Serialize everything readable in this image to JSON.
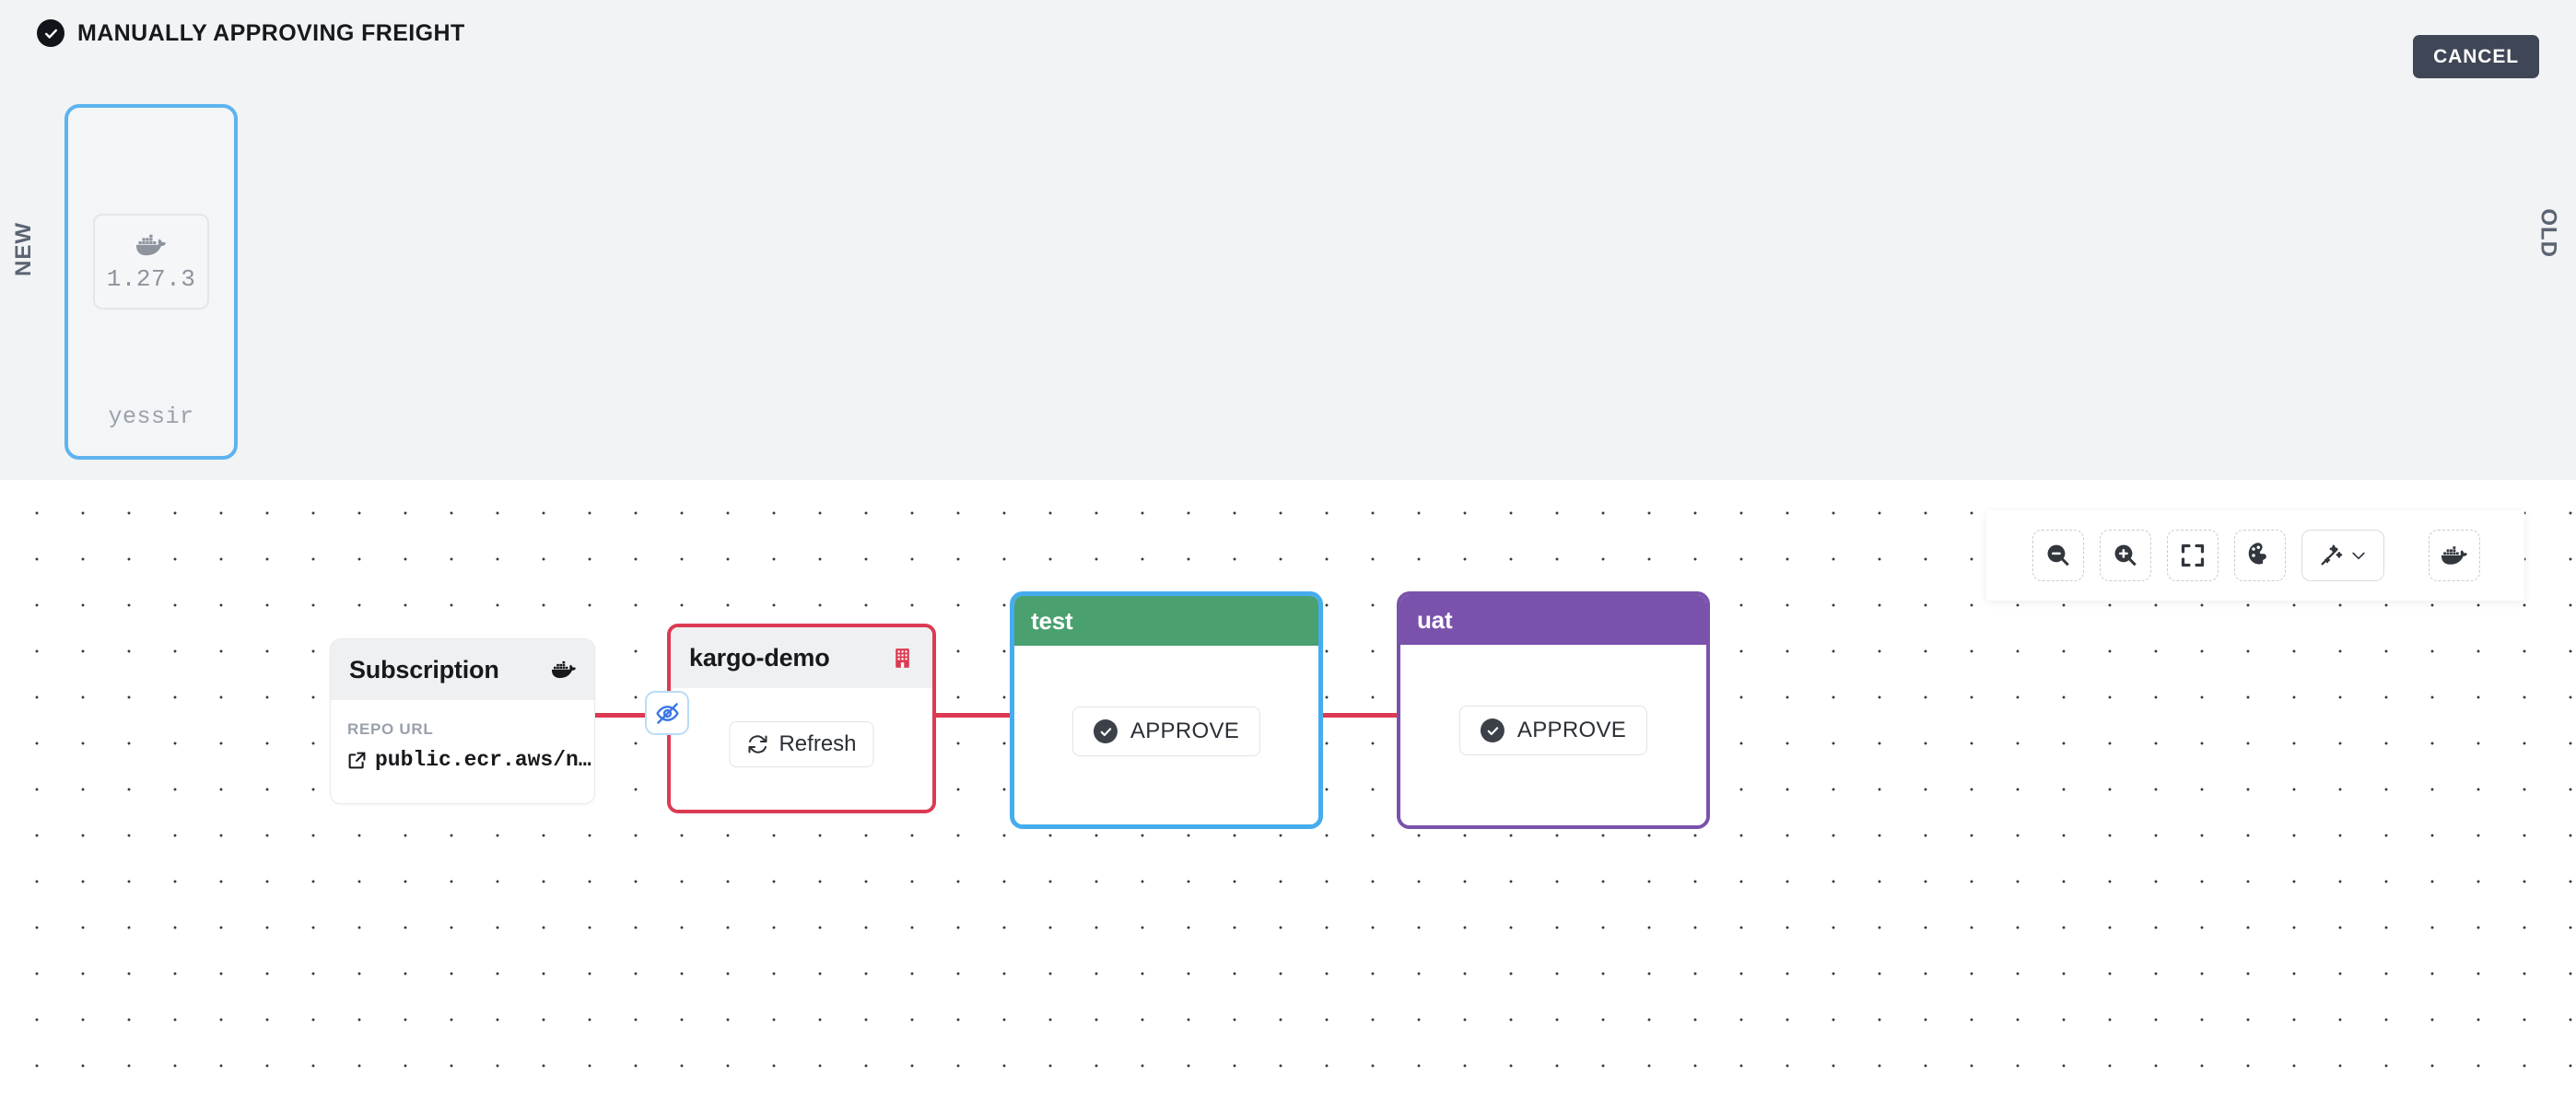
{
  "header": {
    "status_icon": "check-circle-icon",
    "title": "MANUALLY APPROVING FREIGHT",
    "cancel_label": "CANCEL"
  },
  "freightline": {
    "new_label": "NEW",
    "old_label": "OLD",
    "cards": [
      {
        "artifact_icon": "docker-whale-icon",
        "version": "1.27.3",
        "alias": "yessir",
        "selected_color": "#5eb3ef"
      }
    ]
  },
  "graph": {
    "subscription": {
      "title": "Subscription",
      "icon": "docker-whale-icon",
      "repo_url_label": "REPO URL",
      "repo_url_value": "public.ecr.aws/n…",
      "external_link_icon": "external-link-icon"
    },
    "warehouse": {
      "title": "kargo-demo",
      "icon": "warehouse-icon",
      "refresh_label": "Refresh",
      "refresh_icon": "refresh-icon",
      "border_color": "#dc3a52",
      "visibility_toggle_icon": "eye-off-icon"
    },
    "stages": [
      {
        "name": "test",
        "header_color": "#4aa06f",
        "border_color": "#45adee",
        "approve_label": "APPROVE",
        "approve_icon": "check-circle-icon"
      },
      {
        "name": "uat",
        "header_color": "#7a52ab",
        "border_color": "#7a52ab",
        "approve_label": "APPROVE",
        "approve_icon": "check-circle-icon"
      }
    ],
    "edge_color": "#dc3a52"
  },
  "toolbar": {
    "buttons": [
      {
        "name": "zoom-out",
        "icon": "zoom-out-icon"
      },
      {
        "name": "zoom-in",
        "icon": "zoom-in-icon"
      },
      {
        "name": "fit-view",
        "icon": "fullscreen-icon"
      },
      {
        "name": "color-palette",
        "icon": "palette-icon"
      },
      {
        "name": "magic-filter",
        "icon": "magic-wand-icon",
        "chevron": "chevron-down-icon"
      },
      {
        "name": "docker-images",
        "icon": "docker-whale-icon"
      }
    ]
  }
}
